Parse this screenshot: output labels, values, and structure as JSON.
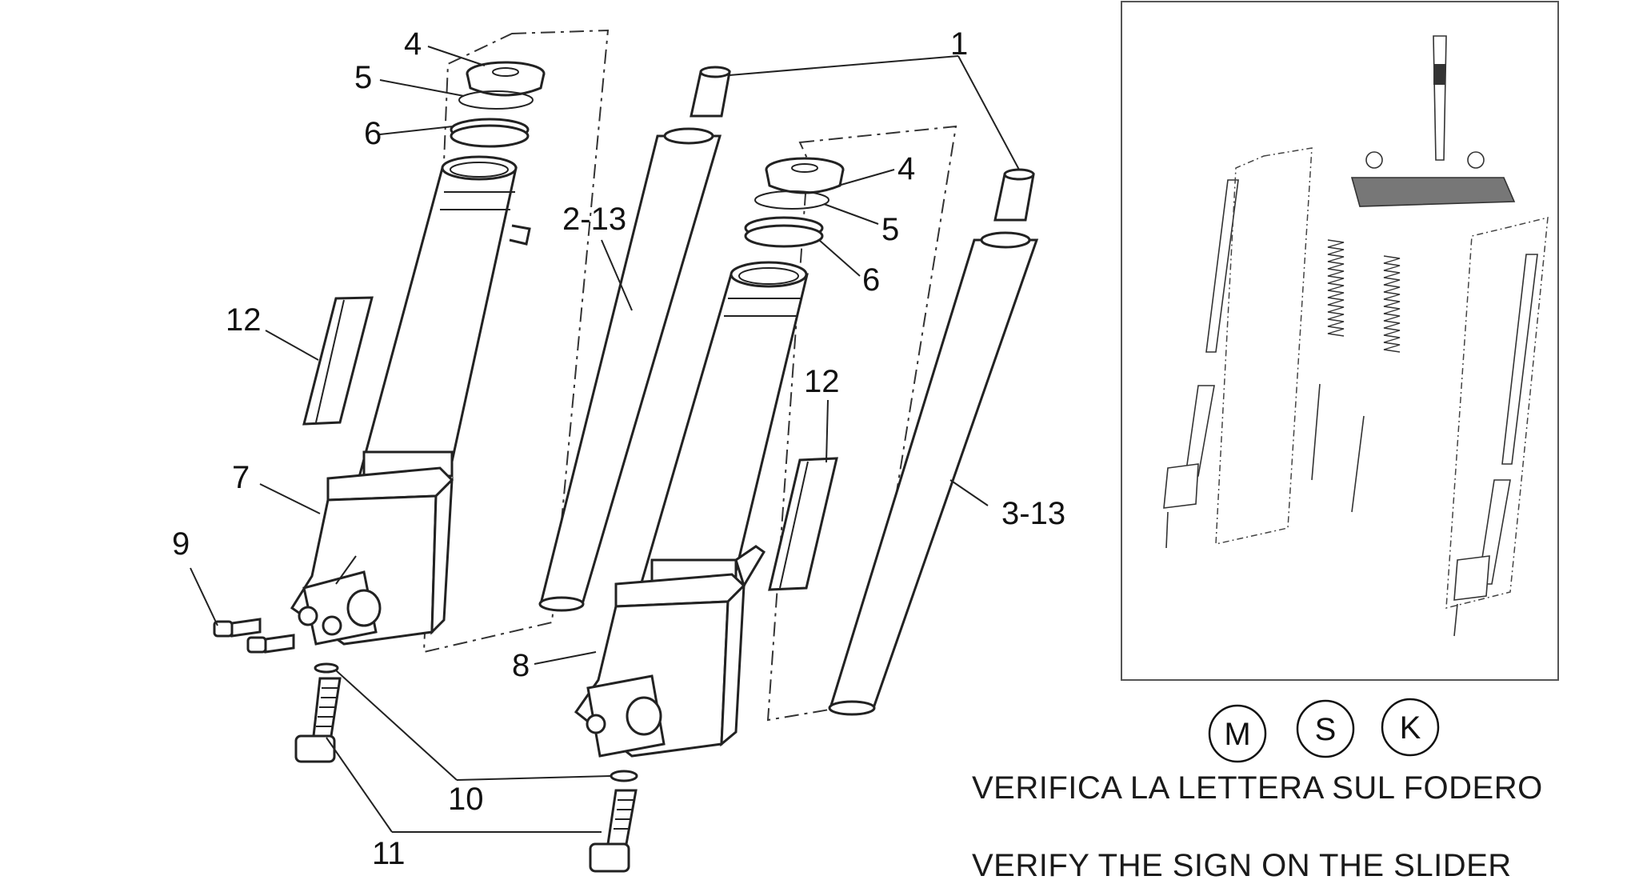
{
  "labels": {
    "l1": "1",
    "l4a": "4",
    "l5a": "5",
    "l6a": "6",
    "l4b": "4",
    "l5b": "5",
    "l6b": "6",
    "l2_13": "2-13",
    "l3_13": "3-13",
    "l12a": "12",
    "l12b": "12",
    "l7": "7",
    "l8": "8",
    "l9": "9",
    "l10": "10",
    "l11": "11"
  },
  "version_marks": [
    "M",
    "S",
    "K"
  ],
  "captions": {
    "italian": "VERIFICA LA LETTERA SUL FODERO",
    "english": "VERIFY THE SIGN ON THE SLIDER"
  }
}
